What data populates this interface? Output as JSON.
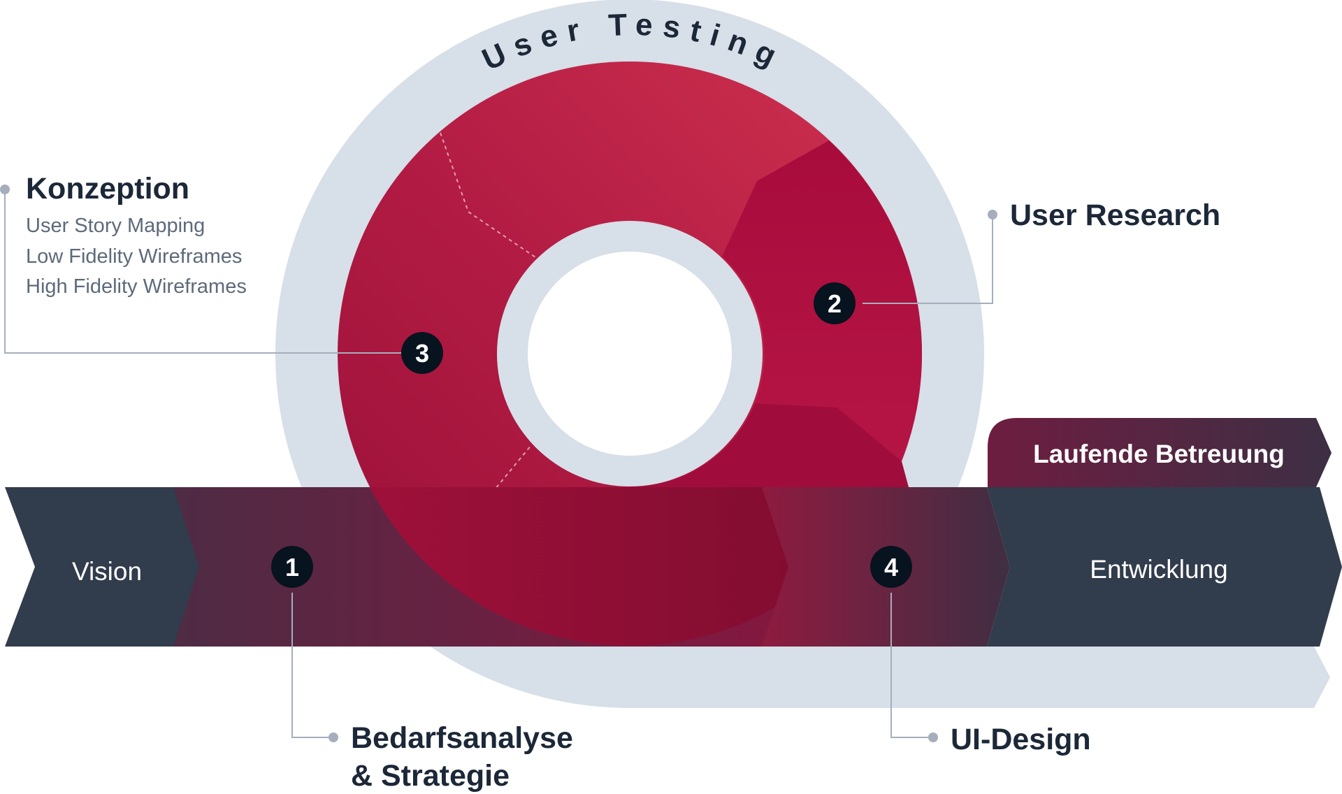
{
  "diagram": {
    "arc_label": "User Testing",
    "colors": {
      "ring_light": "#d7dfe8",
      "red_light": "#cc2d4d",
      "red_mid": "#b01642",
      "red_dark": "#7e0c30",
      "purple_dark": "#4e2a44",
      "navy": "#313c4c",
      "badge": "#07131f",
      "connector": "#a6aebd",
      "title_text": "#1c2838",
      "sub_text": "#5d6a7b"
    },
    "steps": [
      {
        "number": "1",
        "title_line1": "Bedarfsanalyse",
        "title_line2": "& Strategie"
      },
      {
        "number": "2",
        "title": "User Research"
      },
      {
        "number": "3",
        "title": "Konzeption",
        "items": [
          "User Story Mapping",
          "Low Fidelity Wireframes",
          "High Fidelity Wireframes"
        ]
      },
      {
        "number": "4",
        "title": "UI-Design"
      }
    ],
    "band": {
      "vision": "Vision",
      "development": "Entwicklung",
      "maintenance": "Laufende Betreuung"
    }
  }
}
